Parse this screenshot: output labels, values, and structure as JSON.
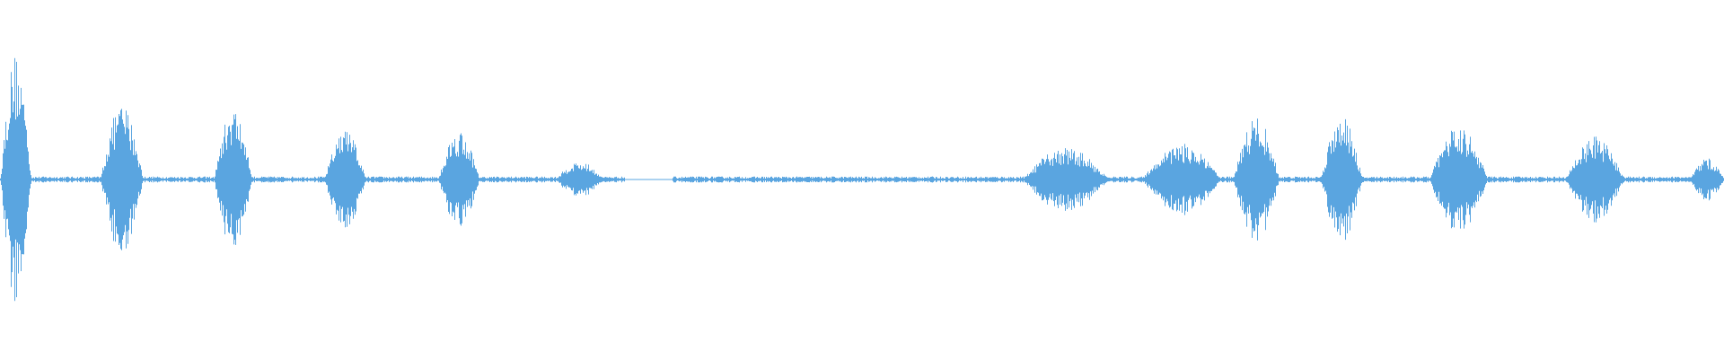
{
  "waveform": {
    "color": "#5aa5e0",
    "segments": [
      {
        "start": 0.0,
        "end": 0.018,
        "amp": 0.7
      },
      {
        "start": 0.058,
        "end": 0.083,
        "amp": 0.42
      },
      {
        "start": 0.124,
        "end": 0.146,
        "amp": 0.4
      },
      {
        "start": 0.188,
        "end": 0.212,
        "amp": 0.28
      },
      {
        "start": 0.254,
        "end": 0.278,
        "amp": 0.28
      },
      {
        "start": 0.322,
        "end": 0.35,
        "amp": 0.1
      },
      {
        "start": 0.593,
        "end": 0.643,
        "amp": 0.18
      },
      {
        "start": 0.662,
        "end": 0.708,
        "amp": 0.2
      },
      {
        "start": 0.715,
        "end": 0.742,
        "amp": 0.35
      },
      {
        "start": 0.766,
        "end": 0.79,
        "amp": 0.38
      },
      {
        "start": 0.829,
        "end": 0.863,
        "amp": 0.3
      },
      {
        "start": 0.908,
        "end": 0.942,
        "amp": 0.24
      },
      {
        "start": 0.98,
        "end": 1.0,
        "amp": 0.12
      }
    ],
    "baseline_level": 0.012
  }
}
